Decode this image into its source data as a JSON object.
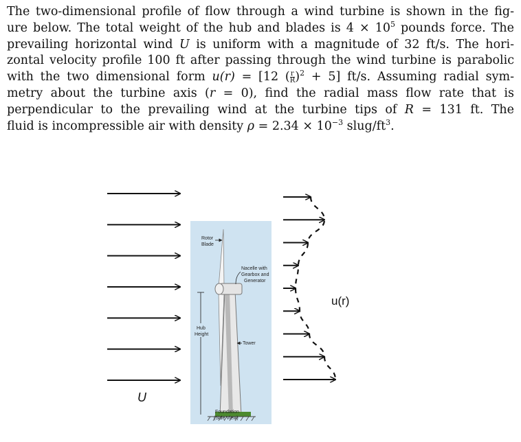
{
  "problem": {
    "line1": "The two-dimensional profile of flow through a wind turbine is shown in the fig-",
    "line2_a": "ure below. The total weight of the hub and blades is 4 × 10",
    "line2_sup": "5",
    "line2_b": " pounds force. The",
    "line3_a": "prevailing horizontal wind ",
    "line3_var": "U",
    "line3_b": " is uniform with a magnitude of 32 ft/s. The hori-",
    "line4": "zontal velocity profile 100 ft after passing through the wind turbine is parabolic",
    "line5_a": "with the two dimensional form ",
    "line5_func": "u(r)",
    "line5_b": " = [12 (",
    "line5_frac_num": "r",
    "line5_frac_den": "R",
    "line5_c": ")",
    "line5_sup": "2",
    "line5_d": " + 5] ft/s. Assuming radial sym-",
    "line6_a": "metry about the turbine axis (",
    "line6_var": "r",
    "line6_b": " = 0), find the radial mass flow rate that is",
    "line7_a": "perpendicular to the prevailing wind at the turbine tips of ",
    "line7_var": "R",
    "line7_b": " = 131 ft. The",
    "line8_a": "fluid is incompressible air with density ",
    "line8_var": "ρ",
    "line8_b": " = 2.34 × 10",
    "line8_sup1": "−3",
    "line8_c": " slug/ft",
    "line8_sup2": "3",
    "line8_d": "."
  },
  "figure": {
    "inlet_label": "U",
    "outlet_label": "u(r)",
    "inlet_arrow_count": 7,
    "outlet_profile": [
      24,
      44,
      20,
      6,
      2,
      8,
      22,
      44,
      60
    ],
    "panel_color": "#cfe3f1",
    "labels": {
      "rotor_line1": "Rotor",
      "rotor_line2": "Blade",
      "nacelle_line1": "Nacelle with",
      "nacelle_line2": "Gearbox and",
      "nacelle_line3": "Generator",
      "hub_line1": "Hub",
      "hub_line2": "Height",
      "tower": "Tower",
      "foundation_line1": "Foundation",
      "foundation_line2": "(Side View)"
    }
  }
}
